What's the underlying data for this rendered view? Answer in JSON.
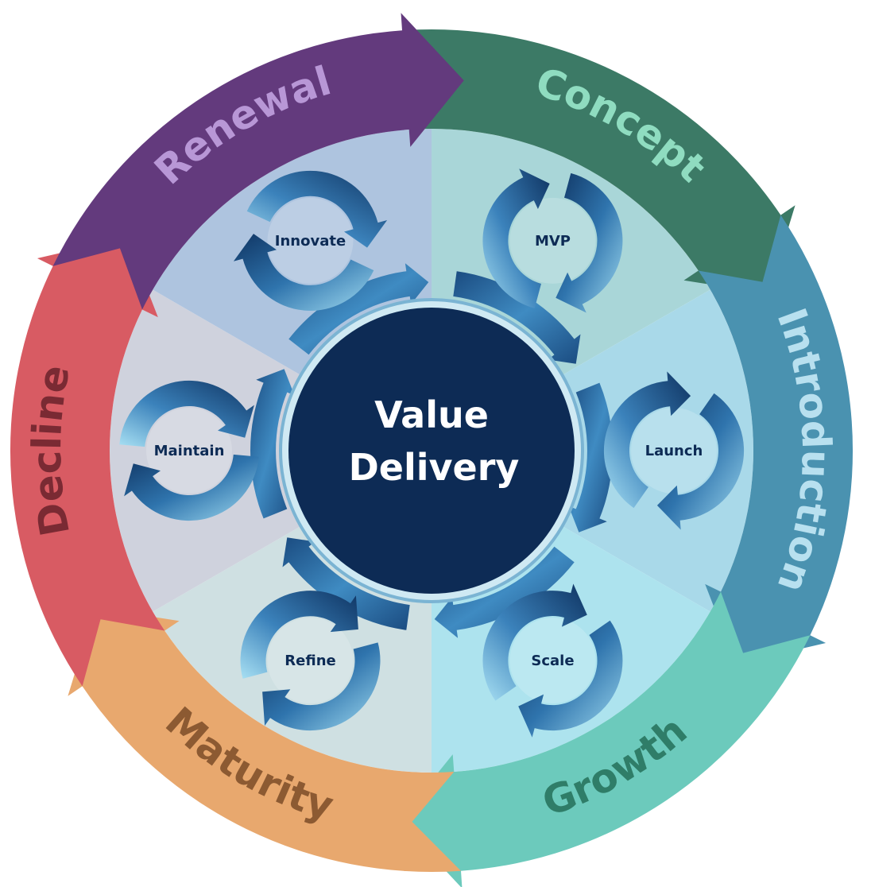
{
  "center": {
    "line1": "Value",
    "line2": "Delivery",
    "color": "#0d2b55"
  },
  "stages": [
    {
      "label": "Concept",
      "arrow_color": "#3c7a66",
      "text_color": "#8fdcc0",
      "sector_color": "#a9d6d8"
    },
    {
      "label": "Introduction",
      "arrow_color": "#4a92b0",
      "text_color": "#b8e0ef",
      "sector_color": "#a9d9e9"
    },
    {
      "label": "Growth",
      "arrow_color": "#6ccabc",
      "text_color": "#2f7d68",
      "sector_color": "#ade3ee"
    },
    {
      "label": "Maturity",
      "arrow_color": "#e8a86e",
      "text_color": "#8c5a32",
      "sector_color": "#cfe0e2"
    },
    {
      "label": "Decline",
      "arrow_color": "#d85b63",
      "text_color": "#7a2a33",
      "sector_color": "#cfd2dd"
    },
    {
      "label": "Renewal",
      "arrow_color": "#633a7d",
      "text_color": "#b897d6",
      "sector_color": "#aec4df"
    }
  ],
  "nodes": [
    {
      "label": "MVP"
    },
    {
      "label": "Launch"
    },
    {
      "label": "Scale"
    },
    {
      "label": "Refine"
    },
    {
      "label": "Maintain"
    },
    {
      "label": "Innovate"
    }
  ],
  "icons": {
    "node_cycle": "refresh-icon",
    "inner_flow": "circular-arrow-icon"
  }
}
